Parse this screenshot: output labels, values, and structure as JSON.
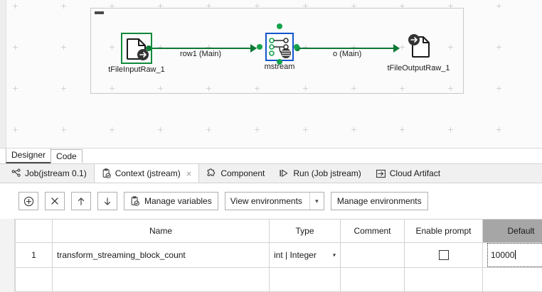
{
  "canvas": {
    "subjob": {
      "collapse_icon": "collapse-bar-icon"
    },
    "nodes": [
      {
        "id": "tfileinputraw",
        "label": "tFileInputRaw_1",
        "icon": "file-input-document-icon",
        "selected": true,
        "selection_color": "#0f8a3c"
      },
      {
        "id": "mstream",
        "label": "mstream",
        "icon": "map-stream-icon",
        "selected": true,
        "selection_color": "#1155cc"
      },
      {
        "id": "tfileoutputraw",
        "label": "tFileOutputRaw_1",
        "icon": "file-output-document-icon",
        "selected": false,
        "selection_color": ""
      }
    ],
    "links": [
      {
        "label": "row1 (Main)",
        "color": "#0b7a35"
      },
      {
        "label": "o (Main)",
        "color": "#0b7a35"
      }
    ]
  },
  "view_tabs": [
    {
      "label": "Designer",
      "active": true
    },
    {
      "label": "Code",
      "active": false
    }
  ],
  "panel_tabs": [
    {
      "label": "Job(jstream 0.1)",
      "icon": "job-graph-icon",
      "active": false,
      "closable": false
    },
    {
      "label": "Context (jstream)",
      "icon": "context-clipboard-icon",
      "active": true,
      "closable": true,
      "close_label": "×"
    },
    {
      "label": "Component",
      "icon": "puzzle-piece-icon",
      "active": false,
      "closable": false
    },
    {
      "label": "Run (Job jstream)",
      "icon": "run-play-icon",
      "active": false,
      "closable": false
    },
    {
      "label": "Cloud Artifact",
      "icon": "cloud-artifact-icon",
      "active": false,
      "closable": false
    }
  ],
  "toolbar": {
    "add_label": "⊕",
    "add_name": "add-variable-button",
    "remove_label": "✕",
    "move_up_label": "↑",
    "move_down_label": "↓",
    "manage_variables_label": "Manage variables",
    "manage_variables_icon": "clipboard-check-icon",
    "view_environments_label": "View environments",
    "view_environments_arrow": "▾",
    "manage_environments_label": "Manage environments"
  },
  "table": {
    "columns": [
      {
        "key": "num",
        "label": "",
        "selected": false
      },
      {
        "key": "name",
        "label": "Name",
        "selected": false
      },
      {
        "key": "type",
        "label": "Type",
        "selected": false
      },
      {
        "key": "comment",
        "label": "Comment",
        "selected": false
      },
      {
        "key": "prompt",
        "label": "Enable prompt",
        "selected": false
      },
      {
        "key": "default",
        "label": "Default",
        "selected": true
      }
    ],
    "rows": [
      {
        "num": "1",
        "name": "transform_streaming_block_count",
        "type": "int | Integer",
        "type_arrow": "▾",
        "comment": "",
        "prompt_checked": false,
        "default": "10000",
        "editing": true
      }
    ],
    "selected_column_bg": "#a6a6a6"
  }
}
